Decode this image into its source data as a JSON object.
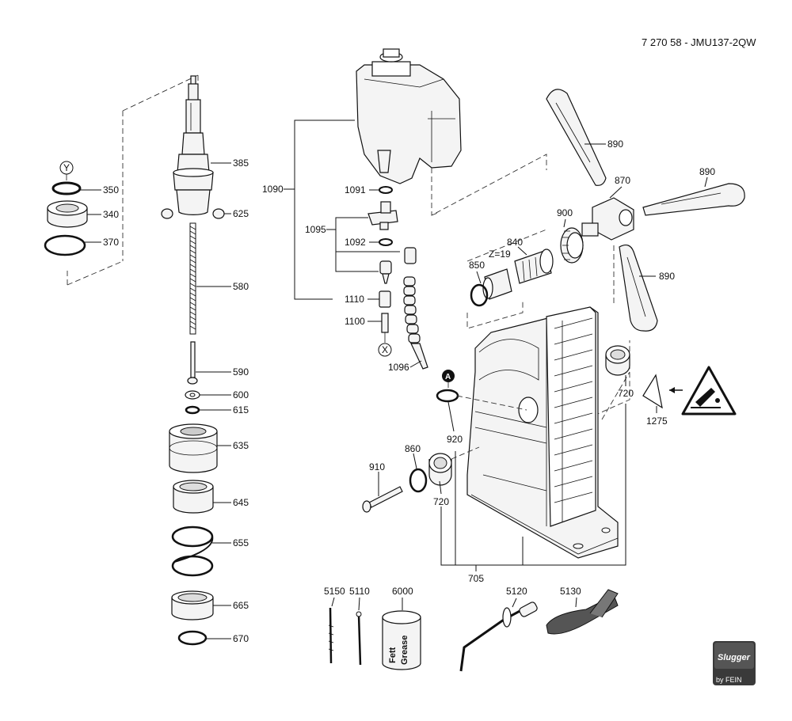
{
  "drawing_number": "7 270 58 - JMU137-2QW",
  "callouts": {
    "c350": "350",
    "c340": "340",
    "c370": "370",
    "c385": "385",
    "c625": "625",
    "c580": "580",
    "c590": "590",
    "c600": "600",
    "c615": "615",
    "c635": "635",
    "c645": "645",
    "c655": "655",
    "c665": "665",
    "c670": "670",
    "c1090": "1090",
    "c1091": "1091",
    "c1095": "1095",
    "c1092": "1092",
    "c1110": "1110",
    "c1100": "1100",
    "c1096": "1096",
    "c890a": "890",
    "c870": "870",
    "c890b": "890",
    "c900": "900",
    "c840": "840",
    "c850": "850",
    "c890c": "890",
    "c720a": "720",
    "c1275": "1275",
    "c920": "920",
    "c860": "860",
    "c910": "910",
    "c720b": "720",
    "c705": "705",
    "c5150": "5150",
    "c5110": "5110",
    "c6000": "6000",
    "c5120": "5120",
    "c5130": "5130"
  },
  "markers": {
    "y": "Y",
    "x": "X",
    "a": "A"
  },
  "gear_note": "Z=19",
  "can_text": {
    "line1": "Fett",
    "line2": "Grease"
  },
  "logo": {
    "brand": "Slugger",
    "sub": "by FEIN"
  }
}
